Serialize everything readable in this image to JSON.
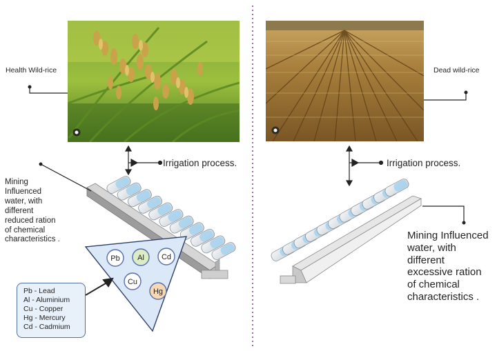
{
  "left_panel": {
    "photo_label": "Health Wild-rice",
    "irrigation_label": "Irrigation process.",
    "water_label_lines": [
      "Mining",
      "Influenced",
      "water, with",
      "different",
      "reduced ration",
      "of chemical",
      "characteristics ."
    ],
    "elements": [
      "Pb",
      "Al",
      "Cd",
      "Cu",
      "Hg"
    ],
    "legend": [
      "Pb - Lead",
      "Al - Aluminium",
      "Cu - Copper",
      "Hg - Mercury",
      "Cd - Cadmium"
    ]
  },
  "right_panel": {
    "photo_label": "Dead wild-rice",
    "irrigation_label": "Irrigation process.",
    "water_label_lines": [
      "Mining Influenced",
      "water, with",
      "different",
      "excessive ration",
      "of chemical",
      "characteristics ."
    ]
  },
  "colors": {
    "divider": "#8b3d8f",
    "triangle_fill": "#dbe8f7",
    "triangle_stroke": "#2b3f66",
    "legend_fill": "#e8f0f9",
    "legend_stroke": "#4f6f99",
    "bubble_pb": "#ffffff",
    "bubble_al": "#dcecc6",
    "bubble_cd": "#ffffff",
    "bubble_cu": "#ffffff",
    "bubble_hg": "#f6d9b4",
    "water": "#a9d3ee"
  }
}
